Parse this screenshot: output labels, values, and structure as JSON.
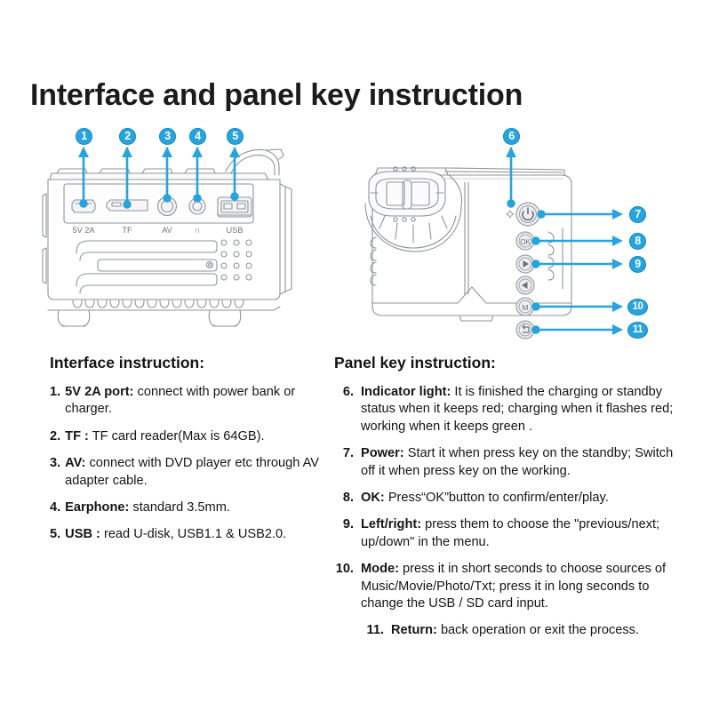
{
  "page": {
    "title": "Interface and panel key instruction",
    "accent_color": "#27a3dd",
    "line_color": "#8b8f96",
    "text_color": "#151515",
    "background": "#ffffff"
  },
  "figures": {
    "left_device": {
      "name": "projector-rear-port-panel",
      "port_labels": [
        "5V 2A",
        "TF",
        "AV",
        "∩",
        "USB"
      ],
      "callouts": [
        {
          "number": "1",
          "target": "5V 2A port"
        },
        {
          "number": "2",
          "target": "TF card slot"
        },
        {
          "number": "3",
          "target": "AV port"
        },
        {
          "number": "4",
          "target": "Earphone jack"
        },
        {
          "number": "5",
          "target": "USB port"
        }
      ]
    },
    "right_device": {
      "name": "projector-top-panel",
      "callouts": [
        {
          "number": "6",
          "target": "Indicator light"
        },
        {
          "number": "7",
          "target": "Power"
        },
        {
          "number": "8",
          "target": "OK"
        },
        {
          "number": "9",
          "target": "Left/right"
        },
        {
          "number": "10",
          "target": "Mode"
        },
        {
          "number": "11",
          "target": "Return"
        }
      ],
      "button_icons": [
        "power-icon",
        "ok-icon",
        "right-arrow-icon",
        "left-arrow-icon",
        "mode-icon",
        "return-icon"
      ]
    }
  },
  "interface_instruction": {
    "heading": "Interface instruction:",
    "items": [
      {
        "number": "1.",
        "lead": "5V 2A port:",
        "text": " connect with power bank or charger."
      },
      {
        "number": "2.",
        "lead": "TF :",
        "text": " TF card reader(Max is 64GB)."
      },
      {
        "number": "3.",
        "lead": "AV:",
        "text": " connect with DVD player etc through AV adapter cable."
      },
      {
        "number": "4.",
        "lead": "Earphone:",
        "text": " standard 3.5mm."
      },
      {
        "number": "5.",
        "lead": "USB :",
        "text": " read U-disk, USB1.1 & USB2.0."
      }
    ]
  },
  "panel_key_instruction": {
    "heading": "Panel key instruction:",
    "items": [
      {
        "number": "6.",
        "lead": "Indicator light:",
        "text": " It is finished the charging or standby status when it keeps red; charging when it flashes red; working when it keeps green ."
      },
      {
        "number": "7.",
        "lead": "Power:",
        "text": " Start it when press key on the standby; Switch off it when press key on the working."
      },
      {
        "number": "8.",
        "lead": "OK:",
        "text": " Press“OK”button to confirm/enter/play."
      },
      {
        "number": "9.",
        "lead": "Left/right:",
        "text": " press them to choose the \"previous/next; up/down\" in the menu."
      },
      {
        "number": "10.",
        "lead": "Mode:",
        "text": " press it in short seconds to choose sources of Music/Movie/Photo/Txt; press it in long seconds to change the USB / SD card input."
      },
      {
        "number": "11.",
        "lead": "Return:",
        "text": " back operation or exit the process."
      }
    ]
  }
}
